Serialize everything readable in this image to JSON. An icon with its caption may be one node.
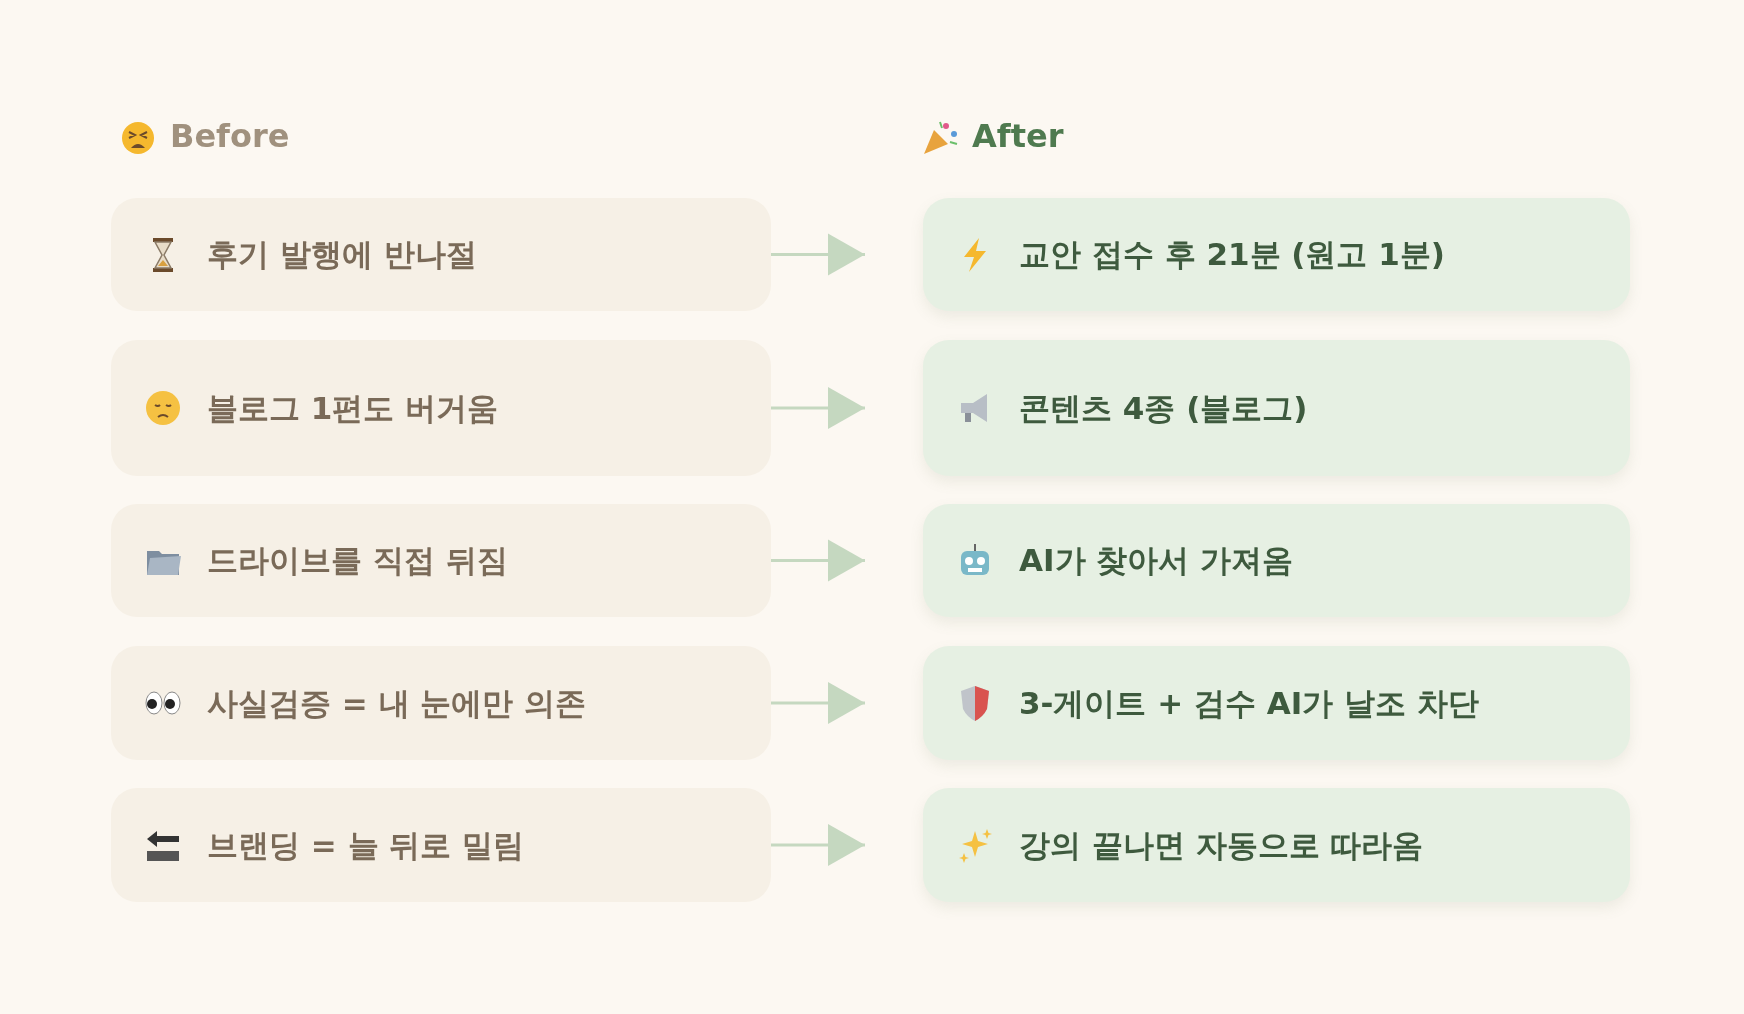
{
  "diagram": {
    "nodes": [
      {
        "text": [
          "후기 발행에 반나절"
        ]
      },
      {
        "text": [
          "블로그 1편도 버거움"
        ]
      },
      {
        "text": [
          "드라이브를 직접 뒤짐"
        ]
      },
      {
        "text": [
          "사실검증 = 내 눈에만 의존"
        ]
      },
      {
        "text": [
          "브랜딩 = 늘 뒤로 밀림"
        ]
      },
      {
        "text": [
          "교안 접수 후 21분 (원고 1분)"
        ]
      },
      {
        "text": [
          "콘텐츠 4종 (블로그)"
        ]
      },
      {
        "text": [
          "AI가 찾아서 가져옴"
        ]
      },
      {
        "text": [
          "3-게이트 + 검수 AI가 날조 차단"
        ]
      },
      {
        "text": [
          "강의 끝나면 자동으로 따라옴"
        ]
      }
    ],
    "edges": [
      {
        "from": 0,
        "to": 5,
        "arrow": "to"
      },
      {
        "from": 1,
        "to": 6,
        "arrow": "to"
      },
      {
        "from": 2,
        "to": 7,
        "arrow": "to"
      },
      {
        "from": 3,
        "to": 8,
        "arrow": "to"
      },
      {
        "from": 4,
        "to": 9,
        "arrow": "to"
      }
    ],
    "labels": [
      "Before",
      "After"
    ]
  }
}
